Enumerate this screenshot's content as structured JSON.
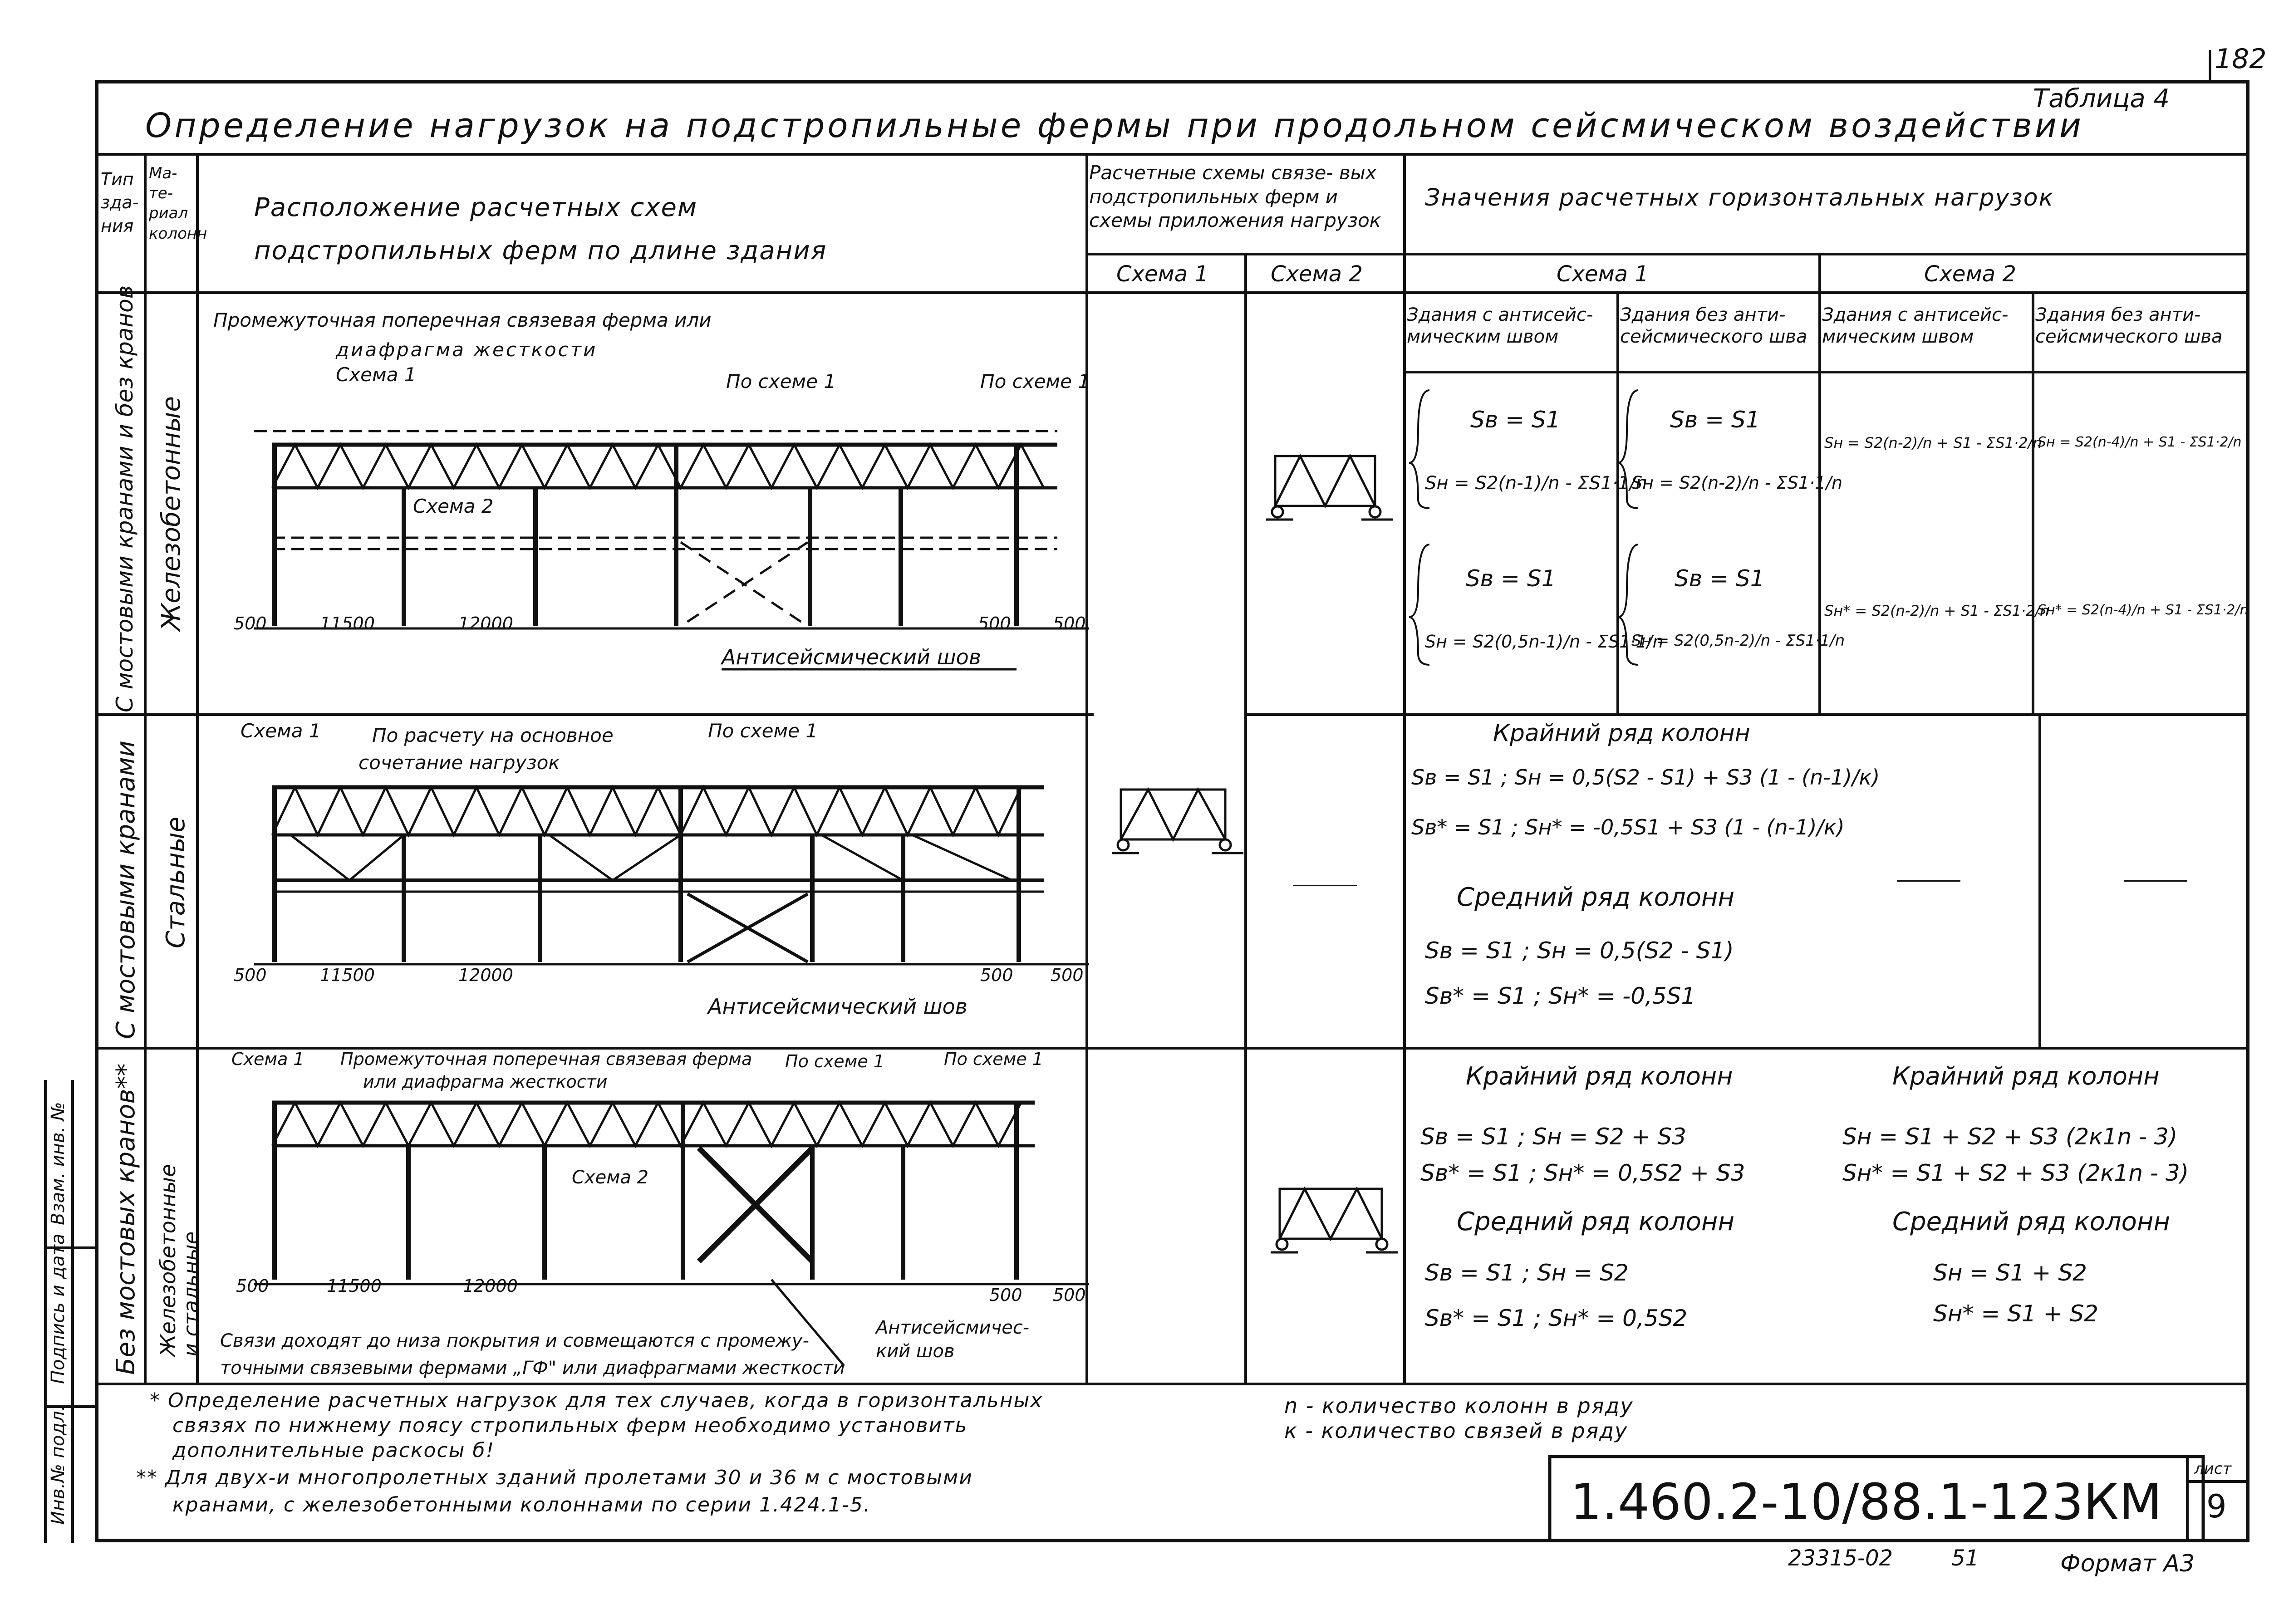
{
  "sheet_number_top": "182",
  "table_label": "Таблица 4",
  "title": "Определение нагрузок на подстропильные фермы при продольном сейсмическом воздействии",
  "headers": {
    "col_type": "Тип зда- ния",
    "col_material": "Ма- те- риал колонн",
    "col_layout": "Расположение расчетных схем подстропильных ферм по длине здания",
    "col_schemes": "Расчетные схемы связе- вых подстропильных ферм и схемы приложения нагрузок",
    "col_values": "Значения расчетных горизонтальных нагрузок",
    "scheme1": "Схема 1",
    "scheme2": "Схема 2",
    "values_scheme1": "Схема 1",
    "values_scheme2": "Схема 2",
    "with_joint": "Здания с антисейс- мическим швом",
    "without_joint": "Здания без анти- сейсмического шва"
  },
  "rows": [
    {
      "type": "С мостовыми кранами и без кранов",
      "material": "Железобетонные",
      "labels": [
        "Промежуточная поперечная связевая ферма или",
        "диафрагма жесткости",
        "Схема 1",
        "По схеме 1",
        "По схеме 1",
        "Схема 2",
        "Антисейсмический шов"
      ],
      "dims": [
        "500",
        "11500",
        "12000",
        "500",
        "500"
      ]
    },
    {
      "type": "С мостовыми кранами",
      "material": "Стальные",
      "labels": [
        "Схема 1",
        "По расчету на основное",
        "сочетание нагрузок",
        "По схеме 1",
        "Антисейсмический шов"
      ],
      "dims": [
        "500",
        "11500",
        "12000",
        "500",
        "500"
      ]
    },
    {
      "type": "Без мостовых кранов**",
      "material": "Железобетонные и стальные",
      "labels": [
        "Схема 1",
        "Промежуточная поперечная связевая ферма",
        "или диафрагма жесткости",
        "По схеме 1",
        "По схеме 1",
        "Схема 2",
        "Связи доходят до низа покрытия и совмещаются с промежу-",
        "точными связевыми фермами „ГФ\" или диафрагмами жесткости",
        "Антисейсмичес- кий шов"
      ],
      "dims": [
        "500",
        "11500",
        "12000",
        "500",
        "500"
      ]
    }
  ],
  "formulas": {
    "r1_s1_a": [
      "Sв = S1",
      "Sн = S2(n-1)/n - ΣS1·1/n"
    ],
    "r1_s1_b": [
      "Sв = S1",
      "Sн = S2(0,5n-1)/n - ΣS1·1/n"
    ],
    "r1_s1_c": [
      "Sв = S1",
      "Sн = S2(n-2)/n - ΣS1·1/n"
    ],
    "r1_s1_d": [
      "Sв = S1",
      "Sн = S2(0,5n-2)/n - ΣS1·1/n"
    ],
    "r1_s2_a": "Sн = S2(n-2)/n + S1 - ΣS1·2/n",
    "r1_s2_b": "Sн* = S2(n-2)/n + S1 - ΣS1·2/n",
    "r1_s2_c": "Sн = S2(n-4)/n + S1 - ΣS1·2/n",
    "r1_s2_d": "Sн* = S2(n-4)/n + S1 - ΣS1·2/n",
    "r2_edge_title": "Крайний ряд колонн",
    "r2_edge_1": "Sв = S1 ; Sн = 0,5(S2 - S1) + S3 (1 - (n-1)/к)",
    "r2_edge_2": "Sв* = S1 ; Sн* = -0,5S1 + S3 (1 - (n-1)/к)",
    "r2_mid_title": "Средний ряд колонн",
    "r2_mid_1": "Sв = S1 ; Sн = 0,5(S2 - S1)",
    "r2_mid_2": "Sв* = S1 ; Sн* = -0,5S1",
    "r3_edge_title": "Крайний ряд колонн",
    "r3_edge_1": "Sв = S1 ; Sн = S2 + S3",
    "r3_edge_2": "Sв* = S1 ; Sн* = 0,5S2 + S3",
    "r3_mid_title": "Средний ряд колонн",
    "r3_mid_1": "Sв = S1 ; Sн = S2",
    "r3_mid_2": "Sв* = S1 ; Sн* = 0,5S2",
    "r3b_edge_title": "Крайний ряд колонн",
    "r3b_edge_1": "Sн = S1 + S2 + S3 (2к1n - 3)",
    "r3b_edge_2": "Sн* = S1 + S2 + S3 (2к1n - 3)",
    "r3b_mid_title": "Средний ряд колонн",
    "r3b_mid_1": "Sн = S1 + S2",
    "r3b_mid_2": "Sн* = S1 + S2"
  },
  "notes": {
    "n1": "* Определение расчетных нагрузок для тех случаев, когда в горизонтальных",
    "n1b": "связях по нижнему поясу стропильных ферм необходимо установить",
    "n1c": "дополнительные раскосы б!",
    "n2": "** Для двух-и многопролетных зданий пролетами 30 и 36 м с мостовыми",
    "n2b": "кранами, с железобетонными колоннами по серии 1.424.1-5.",
    "legend_n": "n - количество колонн в ряду",
    "legend_k": "к - количество связей в ряду"
  },
  "stamp": {
    "code": "1.460.2-10/88.1-123КМ",
    "sheet_label": "лист",
    "sheet_no": "9",
    "inventory": "23315-02",
    "page": "51",
    "format": "Формат А3"
  },
  "side_stamp": [
    "Инв.№ подл.",
    "Подпись и дата",
    "Взам. инв. №"
  ]
}
